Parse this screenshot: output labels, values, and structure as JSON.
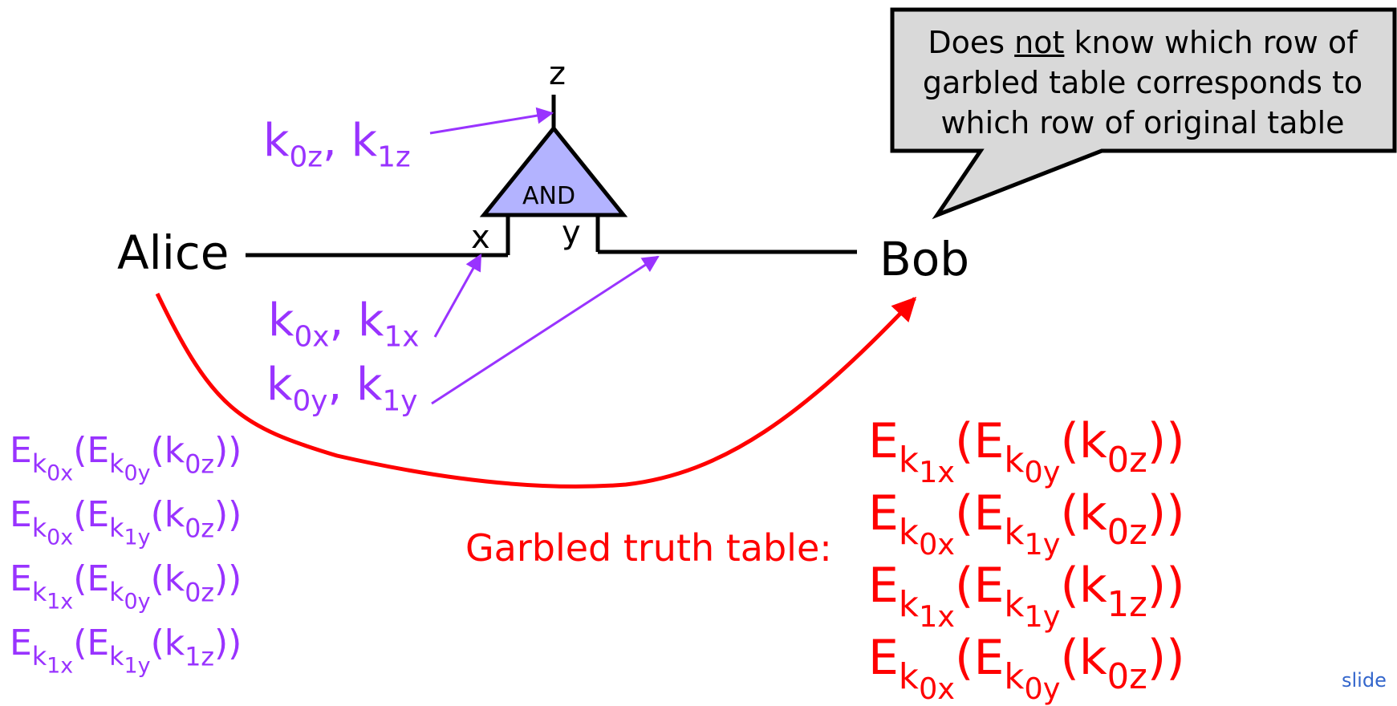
{
  "gate": {
    "label": "AND",
    "output_wire": "z",
    "input_wire_x": "x",
    "input_wire_y": "y"
  },
  "parties": {
    "left": "Alice",
    "right": "Bob"
  },
  "keys": {
    "z": {
      "k0": "k",
      "k0_sub": "0z",
      "k1": "k",
      "k1_sub": "1z"
    },
    "x": {
      "k0": "k",
      "k0_sub": "0x",
      "k1": "k",
      "k1_sub": "1x"
    },
    "y": {
      "k0": "k",
      "k0_sub": "0y",
      "k1": "k",
      "k1_sub": "1y"
    }
  },
  "callout": {
    "pre": "Does ",
    "underlined": "not",
    "post": " know which row of garbled table corresponds to which row of original table"
  },
  "original_table": [
    {
      "a": "0x",
      "b": "0y",
      "c": "0z"
    },
    {
      "a": "0x",
      "b": "1y",
      "c": "0z"
    },
    {
      "a": "1x",
      "b": "0y",
      "c": "0z"
    },
    {
      "a": "1x",
      "b": "1y",
      "c": "1z"
    }
  ],
  "garbled_caption": "Garbled truth table:",
  "garbled_table": [
    {
      "a": "1x",
      "b": "0y",
      "c": "0z"
    },
    {
      "a": "0x",
      "b": "1y",
      "c": "0z"
    },
    {
      "a": "1x",
      "b": "1y",
      "c": "1z"
    },
    {
      "a": "0x",
      "b": "0y",
      "c": "0z"
    }
  ],
  "footer": "slide",
  "colors": {
    "keys": "#9933ff",
    "garbled": "#ff0000",
    "gate_fill": "#b3b3ff",
    "callout_fill": "#d9d9d9",
    "footer": "#3366cc"
  }
}
